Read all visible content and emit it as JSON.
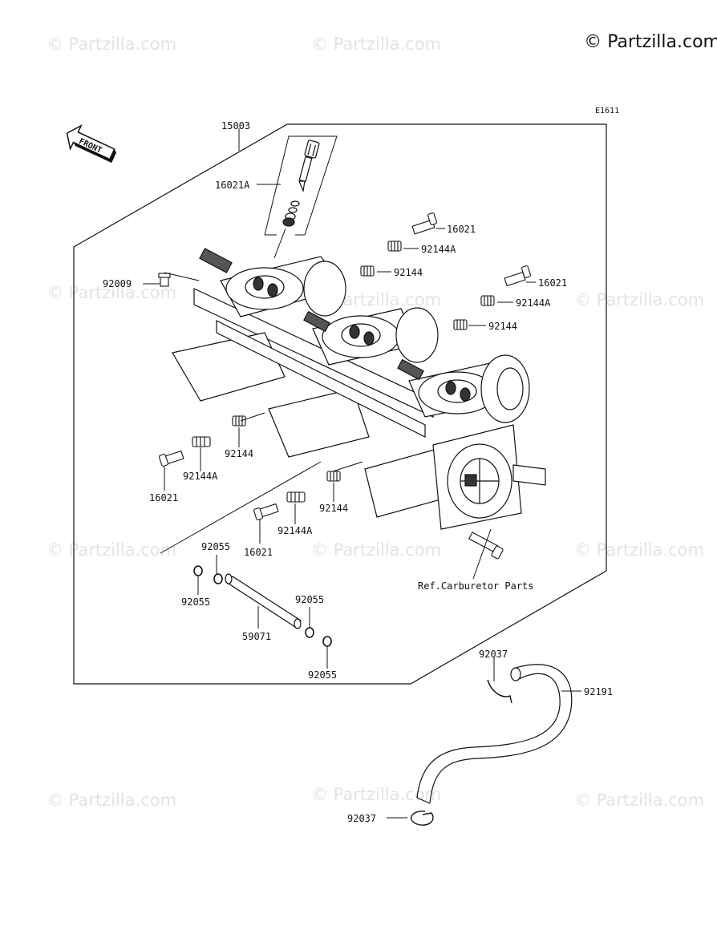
{
  "watermark": {
    "text": "© Partzilla.com",
    "brand": "© Partzilla.com"
  },
  "diagram": {
    "code": "E1611",
    "front_label": "FRONT",
    "parts": [
      {
        "id": "p15003",
        "number": "15003"
      },
      {
        "id": "p16021A",
        "number": "16021A"
      },
      {
        "id": "p16021_a",
        "number": "16021"
      },
      {
        "id": "p92144A_a",
        "number": "92144A"
      },
      {
        "id": "p92144_a",
        "number": "92144"
      },
      {
        "id": "p92009",
        "number": "92009"
      },
      {
        "id": "p16021_b",
        "number": "16021"
      },
      {
        "id": "p92144A_b",
        "number": "92144A"
      },
      {
        "id": "p92144_b",
        "number": "92144"
      },
      {
        "id": "p92144_c",
        "number": "92144"
      },
      {
        "id": "p92144A_c",
        "number": "92144A"
      },
      {
        "id": "p16021_c",
        "number": "16021"
      },
      {
        "id": "p92144_d",
        "number": "92144"
      },
      {
        "id": "p92144A_d",
        "number": "92144A"
      },
      {
        "id": "p16021_d",
        "number": "16021"
      },
      {
        "id": "p92055_a",
        "number": "92055"
      },
      {
        "id": "p92055_b",
        "number": "92055"
      },
      {
        "id": "p92055_c",
        "number": "92055"
      },
      {
        "id": "p92055_d",
        "number": "92055"
      },
      {
        "id": "p59071",
        "number": "59071"
      },
      {
        "id": "pref",
        "number": "Ref.Carburetor Parts"
      },
      {
        "id": "p92037_a",
        "number": "92037"
      },
      {
        "id": "p92191",
        "number": "92191"
      },
      {
        "id": "p92037_b",
        "number": "92037"
      }
    ]
  }
}
